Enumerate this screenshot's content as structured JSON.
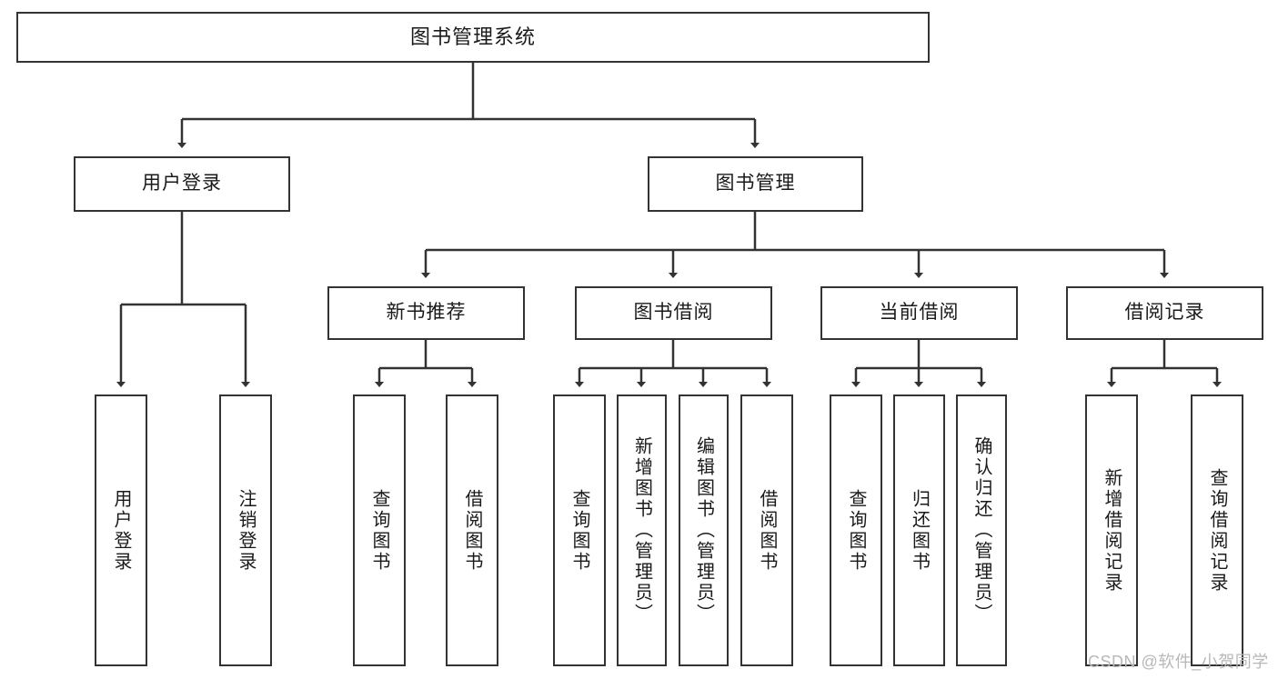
{
  "diagram": {
    "title": "图书管理系统",
    "type": "tree-hierarchy-diagram",
    "root": {
      "label": "图书管理系统"
    },
    "level1": [
      {
        "label": "用户登录"
      },
      {
        "label": "图书管理"
      }
    ],
    "level2": [
      {
        "label": "新书推荐"
      },
      {
        "label": "图书借阅"
      },
      {
        "label": "当前借阅"
      },
      {
        "label": "借阅记录"
      }
    ],
    "leaves": {
      "user_login": [
        {
          "label": "用户登录"
        },
        {
          "label": "注销登录"
        }
      ],
      "new_book_recommend": [
        {
          "label": "查询图书"
        },
        {
          "label": "借阅图书"
        }
      ],
      "book_borrow": [
        {
          "label": "查询图书"
        },
        {
          "label": "新增图书（管理员）"
        },
        {
          "label": "编辑图书（管理员）"
        },
        {
          "label": "借阅图书"
        }
      ],
      "current_borrow": [
        {
          "label": "查询图书"
        },
        {
          "label": "归还图书"
        },
        {
          "label": "确认归还（管理员）"
        }
      ],
      "borrow_record": [
        {
          "label": "新增借阅记录"
        },
        {
          "label": "查询借阅记录"
        }
      ]
    }
  },
  "watermark": {
    "text": "CSDN @软件_小贺同学"
  },
  "colors": {
    "stroke": "#333333",
    "background": "#ffffff",
    "text": "#1a1a1a",
    "watermark": "#b8b8b8"
  }
}
